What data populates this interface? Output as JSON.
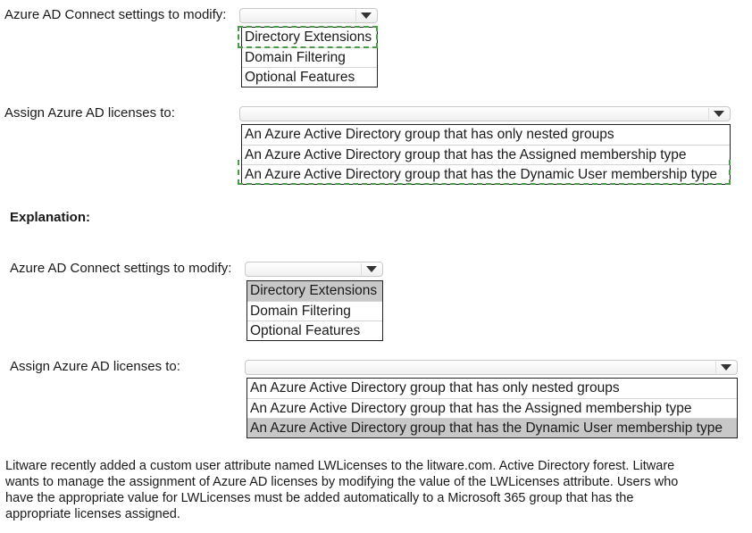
{
  "q1": {
    "label": "Azure AD Connect settings to modify:",
    "options": [
      "Directory Extensions",
      "Domain Filtering",
      "Optional Features"
    ]
  },
  "q2": {
    "label": "Assign Azure AD licenses to:",
    "options": [
      "An Azure Active Directory group that has only nested groups",
      "An Azure Active Directory group that has the Assigned membership type",
      "An Azure Active Directory group that has the Dynamic User membership type"
    ]
  },
  "explanation": {
    "heading": "Explanation:",
    "q1": {
      "label": "Azure AD Connect settings to modify:",
      "options": [
        "Directory Extensions",
        "Domain Filtering",
        "Optional Features"
      ],
      "selected_index": 0
    },
    "q2": {
      "label": "Assign Azure AD licenses to:",
      "options": [
        "An Azure Active Directory group that has only nested groups",
        "An Azure Active Directory group that has the Assigned membership type",
        "An Azure Active Directory group that has the Dynamic User membership type"
      ],
      "selected_index": 2
    },
    "paragraph_lines": [
      "Litware recently added a custom user attribute named LWLicenses to the litware.com. Active Directory forest. Litware",
      "wants to manage the assignment of Azure AD licenses by modifying the value of the LWLicenses attribute. Users who",
      "have the appropriate value for LWLicenses must be added automatically to a Microsoft 365 group that has the",
      "appropriate licenses assigned."
    ]
  },
  "icons": {
    "dropdown": "chevron-down-icon"
  },
  "colors": {
    "highlight": "#c8c8c8",
    "answer_dash": "#4a9a4a"
  }
}
